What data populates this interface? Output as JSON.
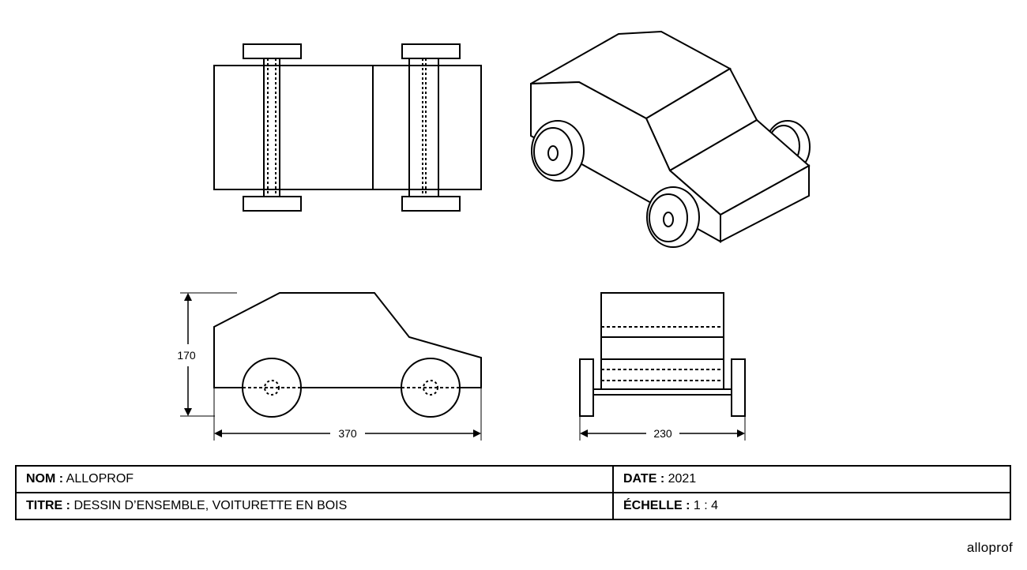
{
  "views": {
    "side": {
      "height_label": "170",
      "length_label": "370"
    },
    "front": {
      "width_label": "230"
    }
  },
  "title_block": {
    "nom_label": "NOM :",
    "nom_value": "ALLOPROF",
    "date_label": "DATE :",
    "date_value": "2021",
    "titre_label": "TITRE :",
    "titre_value": "DESSIN D’ENSEMBLE, VOITURETTE EN BOIS",
    "echelle_label": "ÉCHELLE :",
    "echelle_value": "1 : 4"
  },
  "brand": {
    "logo_text": "alloprof"
  }
}
